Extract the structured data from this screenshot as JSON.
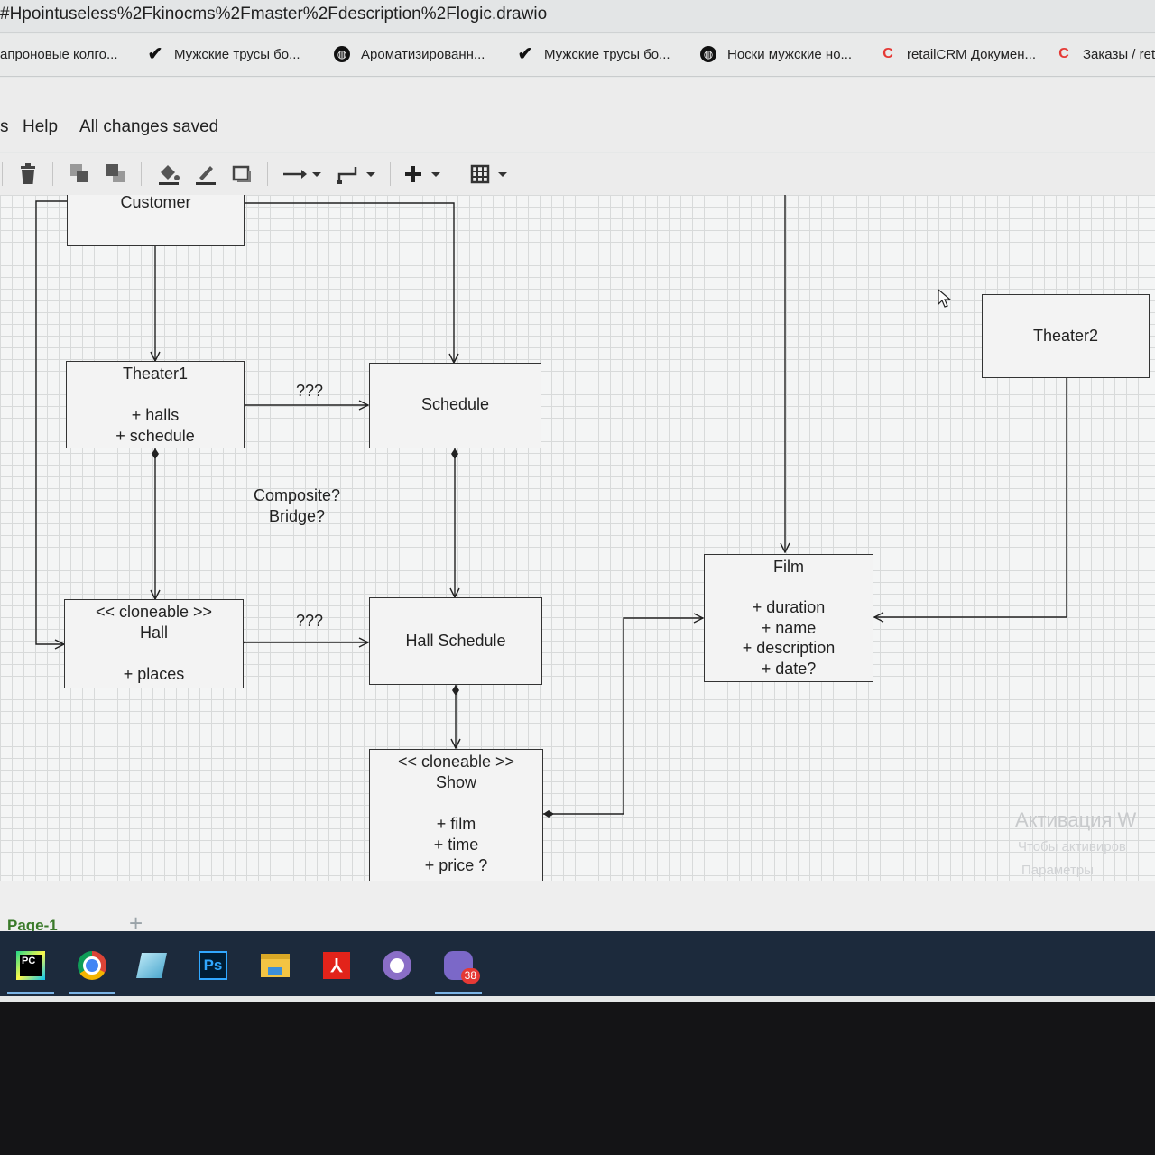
{
  "browser": {
    "url": "#Hpointuseless%2Fkinocms%2Fmaster%2Fdescription%2Flogic.drawio",
    "bookmarks": [
      {
        "label": "апроновые колго...",
        "icon": "none"
      },
      {
        "label": "Мужские трусы бо...",
        "icon": "check-icon"
      },
      {
        "label": "Ароматизированн...",
        "icon": "globe-icon"
      },
      {
        "label": "Мужские трусы бо...",
        "icon": "check-icon"
      },
      {
        "label": "Носки мужские но...",
        "icon": "globe-icon"
      },
      {
        "label": "retailCRM Докумен...",
        "icon": "crm-icon"
      },
      {
        "label": "Заказы / ret",
        "icon": "crm-icon"
      }
    ]
  },
  "menubar": {
    "partial_item": "s",
    "help": "Help",
    "status": "All changes saved"
  },
  "toolbar": {
    "tools": [
      "delete-icon",
      "to-front-icon",
      "to-back-icon",
      "fill-color-icon",
      "line-color-icon",
      "shadow-icon",
      "connection-icon",
      "waypoints-icon",
      "insert-icon",
      "table-icon"
    ]
  },
  "diagram": {
    "nodes": {
      "customer": {
        "lines": [
          "Customer"
        ]
      },
      "theater1": {
        "lines": [
          "Theater1",
          "",
          "+ halls",
          "+ schedule"
        ]
      },
      "schedule": {
        "lines": [
          "Schedule"
        ]
      },
      "theater2": {
        "lines": [
          "Theater2"
        ]
      },
      "hall": {
        "lines": [
          "<< cloneable >>",
          "Hall",
          "",
          "+ places"
        ]
      },
      "hall_schedule": {
        "lines": [
          "Hall Schedule"
        ]
      },
      "film": {
        "lines": [
          "Film",
          "",
          "+ duration",
          "+ name",
          "+ description",
          "+ date?"
        ]
      },
      "show": {
        "lines": [
          "<< cloneable >>",
          "Show",
          "",
          "+ film",
          "+ time",
          "+ price ?"
        ]
      }
    },
    "labels": {
      "q1": "???",
      "q2": "???",
      "pattern1": "Composite?",
      "pattern2": "Bridge?"
    }
  },
  "watermark": {
    "line1": "Активация W",
    "line2": "Чтобы активиров",
    "line3": "Параметры"
  },
  "pages": {
    "tab": "Page-1",
    "add": "+"
  },
  "taskbar": {
    "apps": [
      {
        "name": "pycharm-icon",
        "label": "PC"
      },
      {
        "name": "chrome-icon",
        "label": ""
      },
      {
        "name": "notes-icon",
        "label": ""
      },
      {
        "name": "photoshop-icon",
        "label": "Ps"
      },
      {
        "name": "file-explorer-icon",
        "label": ""
      },
      {
        "name": "acrobat-icon",
        "label": ""
      },
      {
        "name": "github-icon",
        "label": ""
      },
      {
        "name": "viber-icon",
        "label": "",
        "badge": "38"
      }
    ]
  }
}
